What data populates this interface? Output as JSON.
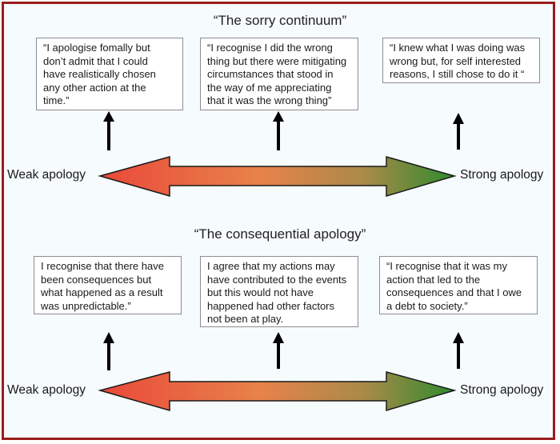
{
  "diagram": {
    "sections": [
      {
        "title": "“The sorry continuum”",
        "quotes": [
          "“I apologise fomally but\ndon’t admit that I  could\nhave realistically chosen\nany other action at the\ntime.”",
          "“I recognise I did the wrong\nthing but there were mitigating\ncircumstances that stood in\nthe way of me appreciating\nthat it was the wrong thing”",
          "“I knew what I was doing was\nwrong but, for self interested\nreasons, I still chose to do it “"
        ],
        "left_label": "Weak apology",
        "right_label": "Strong apology"
      },
      {
        "title": "“The consequential apology”",
        "quotes": [
          "I recognise that there have\nbeen consequences but\nwhat happened as a result\nwas unpredictable.”",
          "I agree that my actions may\nhave contributed to the events\nbut this would not have\nhappened had other factors\nnot been at play.",
          "“I recognise that it was my\naction that led to the\nconsequences and that I owe\na debt to society.”"
        ],
        "left_label": "Weak apology",
        "right_label": "Strong apology"
      }
    ],
    "colors": {
      "border": "#9b1c1c",
      "weak": "#e9493a",
      "middle": "#e8824a",
      "strong": "#2e8b2e"
    }
  }
}
